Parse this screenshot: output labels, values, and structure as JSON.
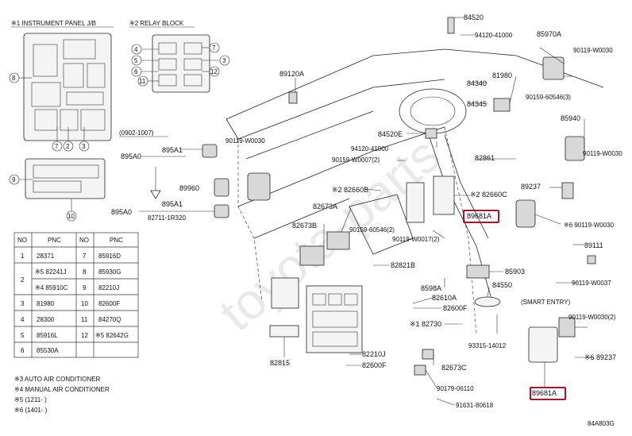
{
  "watermark": "toyota-parts",
  "diagram_code": "84A803G",
  "insets": {
    "instrument_panel": "※1 INSTRUMENT PANEL J/B",
    "relay_block": "※2 RELAY BLOCK",
    "date_range": "(0902-1007)",
    "jb_callouts": [
      "8",
      "7",
      "2",
      "3",
      "9",
      "10"
    ],
    "relay_callouts": [
      "4",
      "5",
      "6",
      "11",
      "7",
      "3",
      "12"
    ]
  },
  "callouts": [
    {
      "id": "84520",
      "text": "84520"
    },
    {
      "id": "94120-41000",
      "text": "94120-41000"
    },
    {
      "id": "85970A",
      "text": "85970A"
    },
    {
      "id": "90119-W0030-a",
      "text": "90119-W0030"
    },
    {
      "id": "89120A",
      "text": "89120A"
    },
    {
      "id": "84340",
      "text": "84340"
    },
    {
      "id": "81980",
      "text": "81980"
    },
    {
      "id": "84345",
      "text": "84345"
    },
    {
      "id": "90159-60546-3",
      "text": "90159-60546(3)"
    },
    {
      "id": "85940",
      "text": "85940"
    },
    {
      "id": "84520E",
      "text": "84520E"
    },
    {
      "id": "94120-41000-b",
      "text": "94120-41000"
    },
    {
      "id": "895A1-a",
      "text": "895A1"
    },
    {
      "id": "895A0-a",
      "text": "895A0"
    },
    {
      "id": "90119-W0030-b",
      "text": "90119-W0030"
    },
    {
      "id": "90159-W0007-2",
      "text": "90159-W0007(2)"
    },
    {
      "id": "82861",
      "text": "82861"
    },
    {
      "id": "90119-W0030-c",
      "text": "90119-W0030"
    },
    {
      "id": "89960",
      "text": "89960"
    },
    {
      "id": "82660B",
      "text": "※2 82660B"
    },
    {
      "id": "82660C",
      "text": "※2 82660C"
    },
    {
      "id": "89237-a",
      "text": "89237"
    },
    {
      "id": "895A1-b",
      "text": "895A1"
    },
    {
      "id": "895A0-b",
      "text": "895A0"
    },
    {
      "id": "82711-1R320",
      "text": "82711-1R320"
    },
    {
      "id": "82673A",
      "text": "82673A"
    },
    {
      "id": "89681A-a",
      "text": "89681A"
    },
    {
      "id": "90119-W0030-d",
      "text": "※6 90119-W0030"
    },
    {
      "id": "82673B",
      "text": "82673B"
    },
    {
      "id": "90159-60546-2",
      "text": "90159-60546(2)"
    },
    {
      "id": "90119-W0017-2",
      "text": "90119-W0017(2)"
    },
    {
      "id": "89111",
      "text": "89111"
    },
    {
      "id": "82821B",
      "text": "82821B"
    },
    {
      "id": "85903",
      "text": "85903"
    },
    {
      "id": "90119-W0037",
      "text": "90119-W0037"
    },
    {
      "id": "8598A",
      "text": "8598A"
    },
    {
      "id": "84550",
      "text": "84550"
    },
    {
      "id": "82610A",
      "text": "82610A"
    },
    {
      "id": "82600F-a",
      "text": "82600F"
    },
    {
      "id": "smart-entry",
      "text": "(SMART ENTRY)"
    },
    {
      "id": "82730",
      "text": "※1 82730"
    },
    {
      "id": "90119-W0030-e",
      "text": "90119-W0030(2)"
    },
    {
      "id": "93315-14012",
      "text": "93315-14012"
    },
    {
      "id": "89237-b",
      "text": "※6 89237"
    },
    {
      "id": "82210J",
      "text": "82210J"
    },
    {
      "id": "82600F-b",
      "text": "82600F"
    },
    {
      "id": "82815",
      "text": "82815"
    },
    {
      "id": "82673C",
      "text": "82673C"
    },
    {
      "id": "90179-06110",
      "text": "90179-06110"
    },
    {
      "id": "89681A-b",
      "text": "89681A"
    },
    {
      "id": "91631-80618",
      "text": "91631-80618"
    }
  ],
  "table": {
    "headers": [
      "NO",
      "PNC",
      "NO",
      "PNC"
    ],
    "rows": [
      [
        "1",
        "28371",
        "7",
        "85916D"
      ],
      [
        "2",
        "※5 82241J",
        "8",
        "85930G"
      ],
      [
        "",
        "※4 85910C",
        "9",
        "82210J"
      ],
      [
        "3",
        "81980",
        "10",
        "82600F"
      ],
      [
        "4",
        "28300",
        "11",
        "84270Q"
      ],
      [
        "5",
        "85916L",
        "12",
        "※5 82642G"
      ],
      [
        "6",
        "85530A",
        "",
        ""
      ]
    ]
  },
  "notes": [
    "※3 AUTO AIR CONDITIONER",
    "※4 MANUAL AIR CONDITIONER",
    "※5 (1211-       )",
    "※6 (1401-       )"
  ],
  "highlight_color": "#a0182c"
}
